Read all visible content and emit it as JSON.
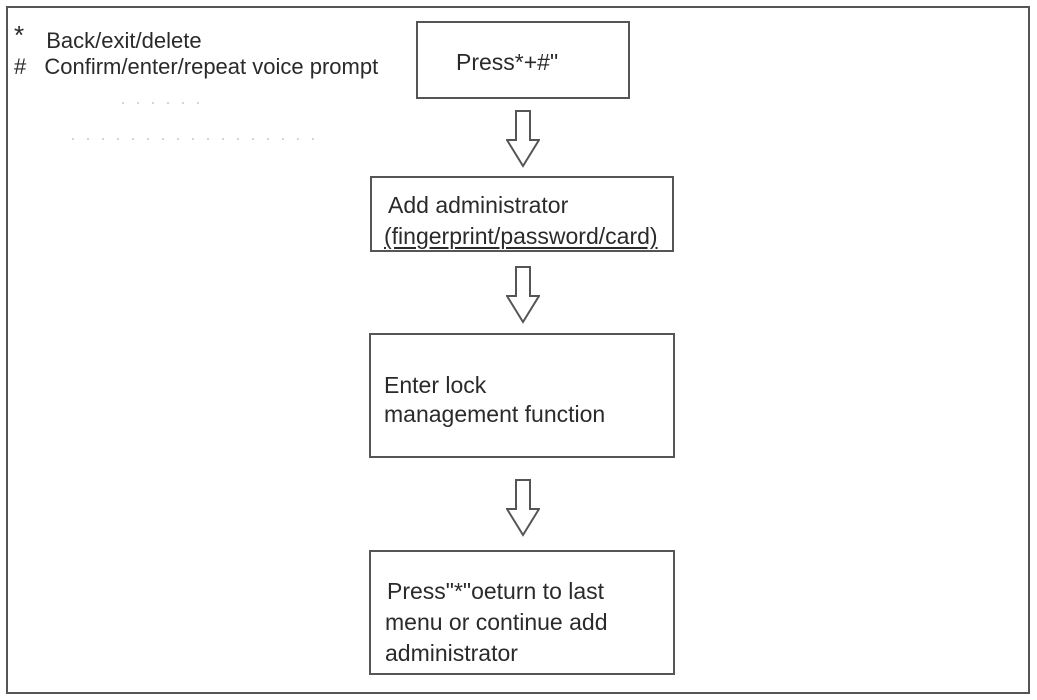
{
  "legend": {
    "items": [
      {
        "symbol": "*",
        "text": "Back/exit/delete"
      },
      {
        "symbol": "#",
        "text": "Confirm/enter/repeat voice prompt"
      }
    ]
  },
  "steps": {
    "press_combo": "Press*+#\"",
    "add_admin_line1": "Add administrator",
    "add_admin_line2": "(fingerprint/password/card)",
    "enter_lock_line1": "Enter lock",
    "enter_lock_line2": "management function",
    "return_line1": "Press\"*\"oeturn  to last",
    "return_line2": "menu or continue add",
    "return_line3": "administrator"
  },
  "icons": {
    "arrow": "down-arrow-icon"
  }
}
